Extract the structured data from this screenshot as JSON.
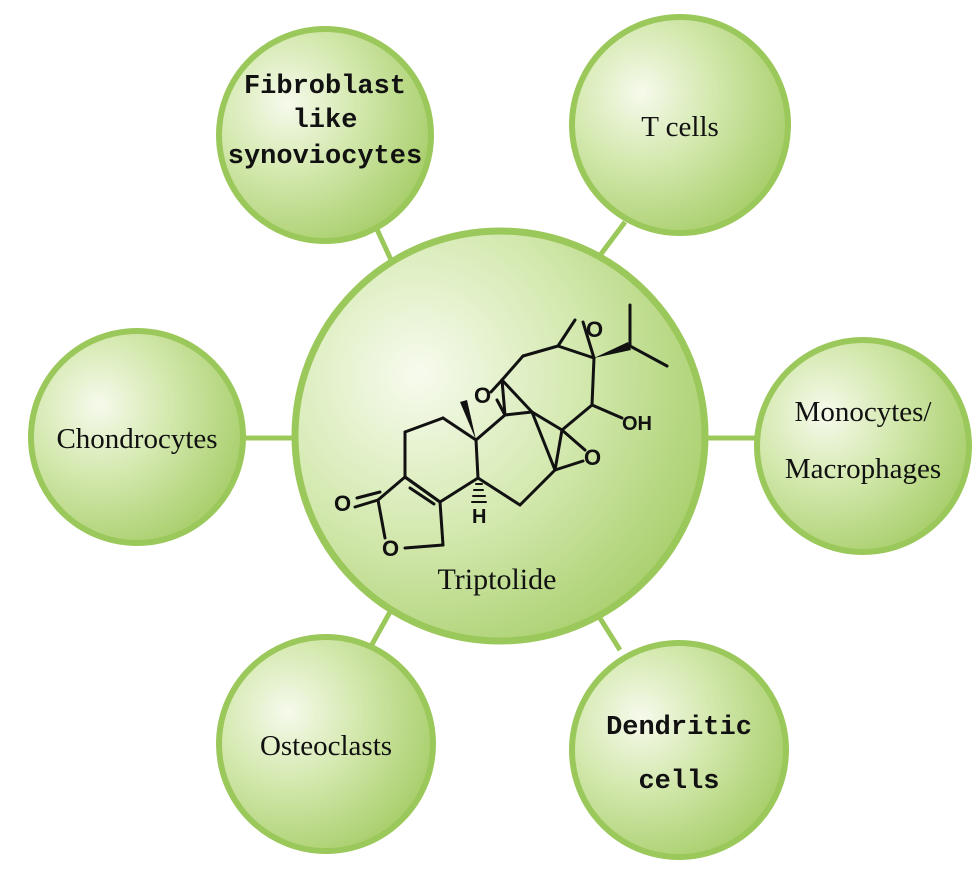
{
  "center": {
    "label": "Triptolide"
  },
  "molecule": {
    "atoms": {
      "o_left_epoxide": "O",
      "o_top_epoxide": "O",
      "o_right_epoxide": "O",
      "oh": "OH",
      "h": "H",
      "o_carbonyl": "O",
      "o_ring": "O"
    }
  },
  "nodes": {
    "fibroblast": {
      "lines": [
        "Fibroblast",
        "like",
        "synoviocytes"
      ]
    },
    "tcells": {
      "lines": [
        "T cells"
      ]
    },
    "monocytes": {
      "lines": [
        "Monocytes/",
        "Macrophages"
      ]
    },
    "dendritic": {
      "lines": [
        "Dendritic",
        "cells"
      ]
    },
    "osteoclasts": {
      "lines": [
        "Osteoclasts"
      ]
    },
    "chondrocytes": {
      "lines": [
        "Chondrocytes"
      ]
    }
  },
  "colors": {
    "connector": "#9bc85a",
    "circle_rim": "#9bc85a",
    "circle_light": "#f4f9e8",
    "circle_dark": "#a9d06c"
  }
}
